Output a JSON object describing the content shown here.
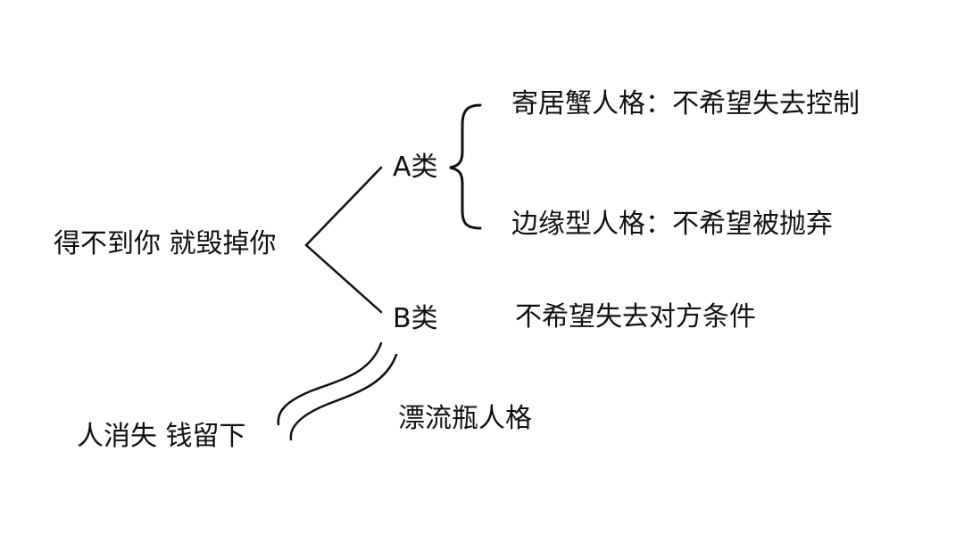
{
  "diagram": {
    "root": "得不到你 就毁掉你",
    "branch_a": {
      "label": "A类",
      "items": [
        "寄居蟹人格：不希望失去控制",
        "边缘型人格：不希望被抛弃"
      ]
    },
    "branch_b": {
      "label": "B类",
      "description": "不希望失去对方条件",
      "name": "漂流瓶人格",
      "outcome": "人消失 钱留下"
    }
  }
}
